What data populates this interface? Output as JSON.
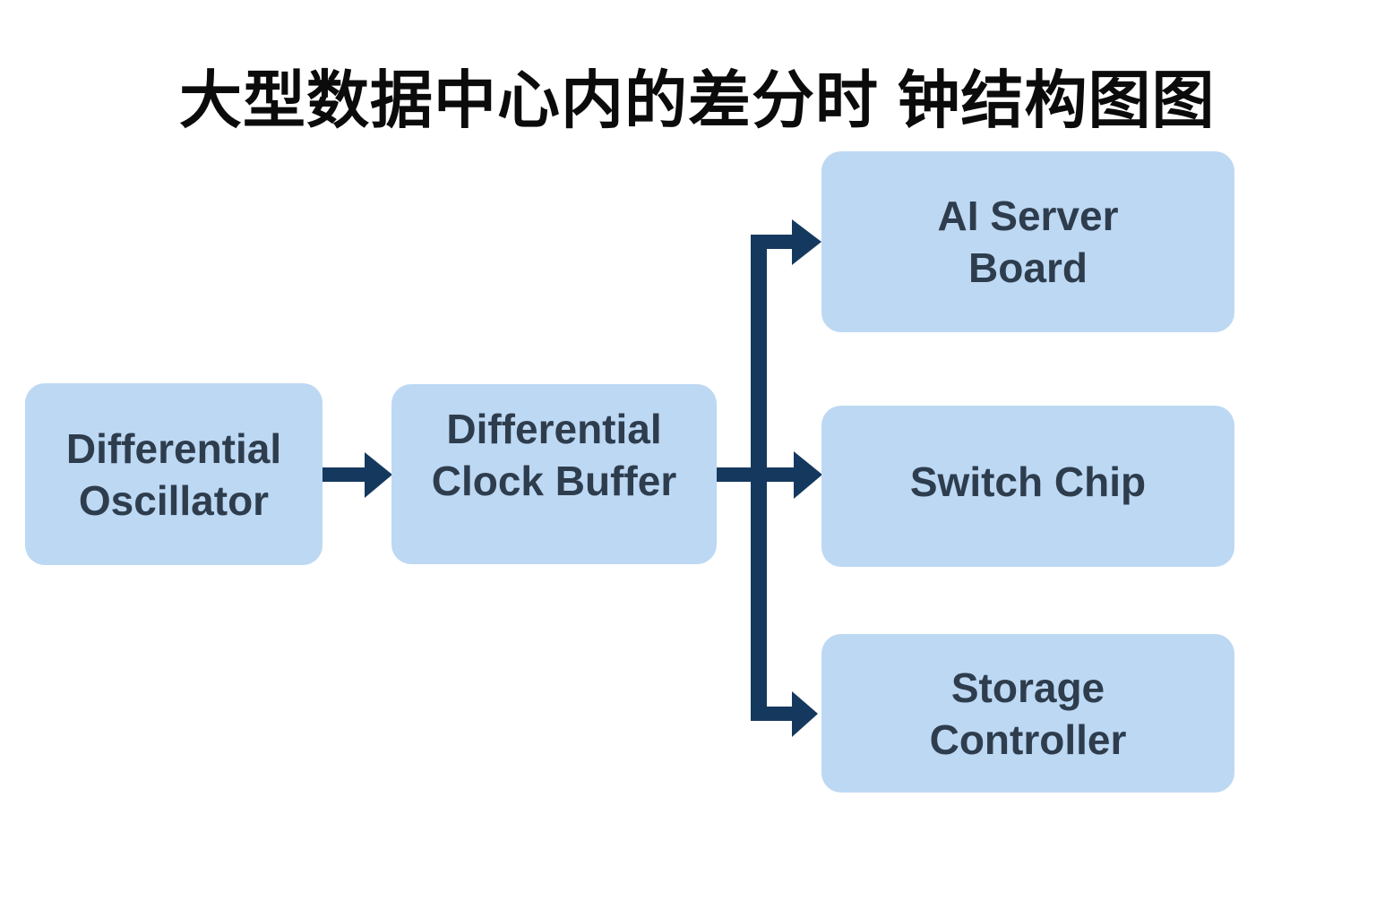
{
  "title": "大型数据中心内的差分时 钟结构图图",
  "colors": {
    "background": "#ffffff",
    "box_fill": "#bdd8f3",
    "box_text": "#2e3d4d",
    "arrow": "#15395e",
    "title_text": "#0b0b0b"
  },
  "nodes": [
    {
      "id": "oscillator",
      "label": "Differential Oscillator",
      "lines": [
        "Differential",
        "Oscillator"
      ]
    },
    {
      "id": "clock-buffer",
      "label": "Differential Clock Buffer",
      "lines": [
        "Differential",
        "Clock Buffer"
      ]
    },
    {
      "id": "ai-server-board",
      "label": "AI Server Board",
      "lines": [
        "AI Server",
        "Board"
      ]
    },
    {
      "id": "switch-chip",
      "label": "Switch Chip",
      "lines": [
        "Switch Chip"
      ]
    },
    {
      "id": "storage-controller",
      "label": "Storage Controller",
      "lines": [
        "Storage",
        "Controller"
      ]
    }
  ],
  "edges": [
    {
      "from": "Differential Oscillator",
      "to": "Differential Clock Buffer"
    },
    {
      "from": "Differential Clock Buffer",
      "to": "AI Server Board"
    },
    {
      "from": "Differential Clock Buffer",
      "to": "Switch Chip"
    },
    {
      "from": "Differential Clock Buffer",
      "to": "Storage Controller"
    }
  ]
}
